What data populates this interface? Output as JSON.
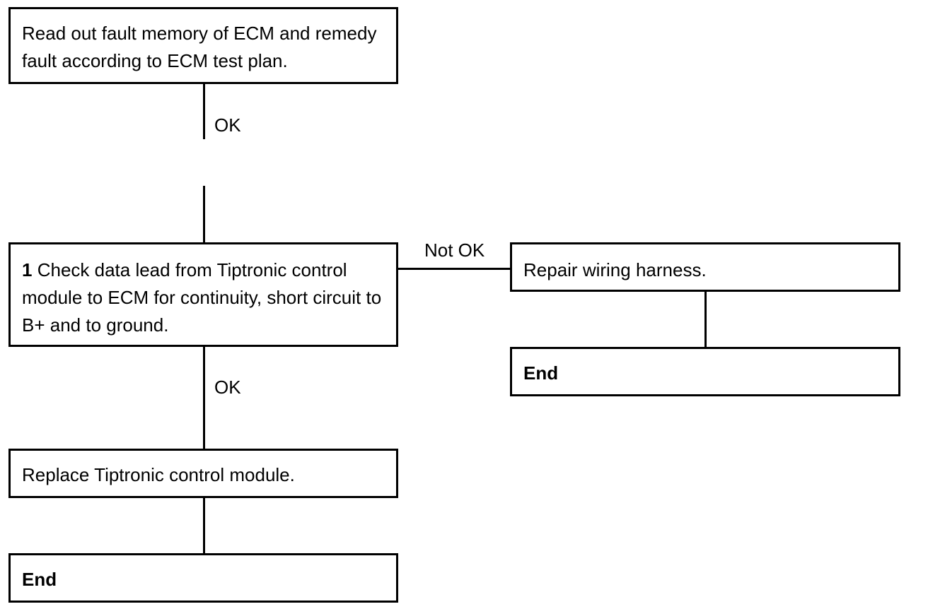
{
  "flowchart": {
    "box_read_fault": "Read out fault memory of ECM and remedy fault according to ECM test plan.",
    "label_ok_1": "OK",
    "box_check_step": "1",
    "box_check_text": "Check data lead from Tiptronic control module to ECM for continuity, short circuit to B+ and to ground.",
    "label_not_ok": "Not OK",
    "box_repair": "Repair wiring harness.",
    "box_end_right": "End",
    "label_ok_2": "OK",
    "box_replace": "Replace Tiptronic control module.",
    "box_end_bottom": "End"
  }
}
